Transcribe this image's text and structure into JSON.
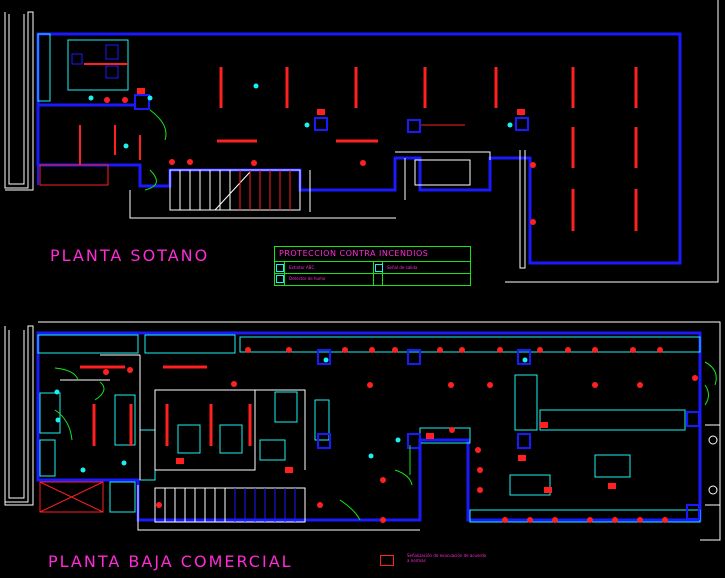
{
  "drawing": {
    "basement_title": "PLANTA SOTANO",
    "ground_title": "PLANTA BAJA COMERCIAL",
    "legend": {
      "title": "PROTECCION CONTRA INCENDIOS",
      "items": [
        {
          "label": "Extintor ABC",
          "icon": "extinguisher-icon"
        },
        {
          "label": "Detector de humo",
          "icon": "smoke-detector-icon"
        },
        {
          "label": "Señal de salida",
          "icon": "exit-sign-icon"
        },
        {
          "label": "",
          "icon": "blank-icon"
        }
      ]
    },
    "note": "Señalización de evacuación de acuerdo a normas",
    "colors": {
      "wall": "#1a1aff",
      "outline": "#ffffff",
      "fixture": "#1ef0f0",
      "shelf": "#ff2020",
      "accent": "#ff2bd6",
      "green": "#18e418"
    }
  }
}
